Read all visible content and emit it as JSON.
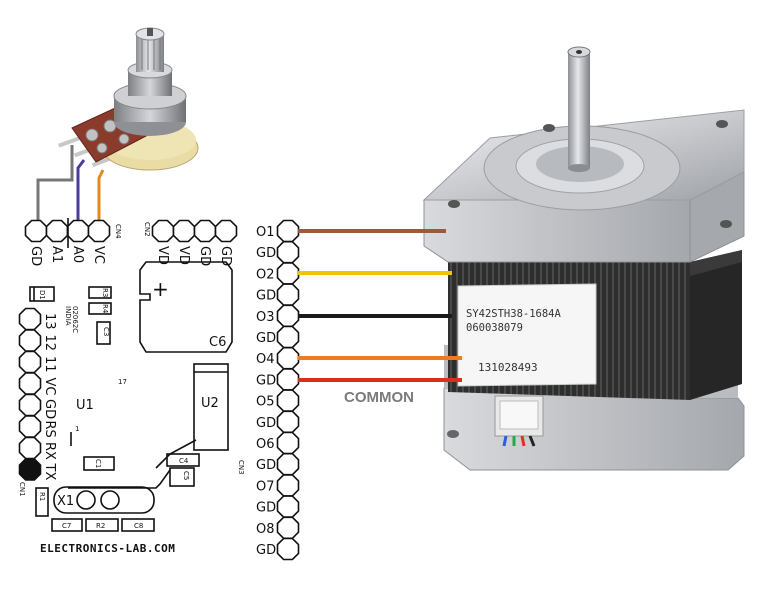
{
  "pcb": {
    "website": "ELECTRONICS-LAB.COM",
    "cn4": "CN4",
    "cn2": "CN2",
    "cn3": "CN3",
    "cn1": "CN1",
    "top_left_pins": [
      "GD",
      "A1",
      "A0",
      "VC"
    ],
    "top_right_pins": [
      "VD",
      "VD",
      "GD",
      "GD"
    ],
    "left_pins": [
      "13",
      "12",
      "11",
      "VC",
      "GD",
      "RS",
      "RX",
      "TX"
    ],
    "u1": "U1",
    "u2": "U2",
    "c6": "C6",
    "plus": "+",
    "x1": "X1",
    "one": "1",
    "seventeen": "17",
    "ic_code": "02062C",
    "india": "INDIA",
    "small_parts": {
      "d1": "D1",
      "r3": "R3",
      "r4": "R4",
      "c3": "C3",
      "c1": "C1",
      "c4": "C4",
      "c5": "C5",
      "r1": "R1",
      "c7": "C7",
      "r2": "R2",
      "c8": "C8"
    }
  },
  "output_pins": [
    "O1",
    "GD",
    "O2",
    "GD",
    "O3",
    "GD",
    "O4",
    "GD",
    "O5",
    "GD",
    "O6",
    "GD",
    "O7",
    "GD",
    "O8",
    "GD"
  ],
  "motor": {
    "model": "SY42STH38-1684A",
    "line2": "060038079",
    "line3": "131028493",
    "common_label": "COMMON"
  },
  "wire_colors": {
    "o1": "#9a5a3c",
    "o2": "#f2c400",
    "o3": "#1a1a1a",
    "o4": "#ee7a22",
    "common": "#d8301c",
    "pot_gd": "#777777",
    "pot_a0": "#4a3d9a",
    "pot_vc": "#e48a1e"
  }
}
